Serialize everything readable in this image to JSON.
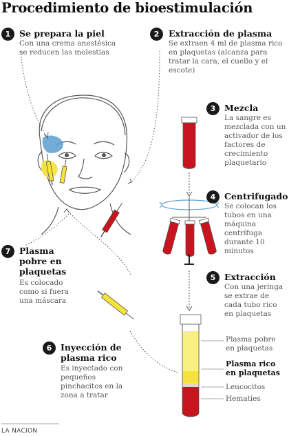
{
  "title": "Procedimiento de bioestimulación",
  "steps": [
    {
      "number": "1",
      "title": "Se prepara la piel",
      "desc": "Con una crema anestésica se reducen las molestias"
    },
    {
      "number": "2",
      "title": "Extracción de plasma",
      "desc": "Se extraen 4 ml de plasma rico en plaquetas (alcanza para tratar la cara, el cuello y el escote)"
    },
    {
      "number": "3",
      "title": "Mezcla",
      "desc": "La sangre es mezclada con un activador de los factores de crecimiento plaquetario"
    },
    {
      "number": "4",
      "title": "Centrifugado",
      "desc": "Se colocan los tubos en una máquina centrífuga durante 10 minutos"
    },
    {
      "number": "5",
      "title": "Extracción",
      "desc": "Con una jeringa se extrae de cada tubo rico en plaquetas"
    },
    {
      "number": "6",
      "title": "Inyección de plasma rico",
      "desc": "Es inyectado con pequeños pinchacitos en la zona a tratar"
    },
    {
      "number": "7",
      "title": "Plasma pobre en plaquetas",
      "desc": "Es colocado como si fuera una máscara"
    }
  ],
  "tube_labels": {
    "poor": "Plasma pobre en plaquetas",
    "rich": "Plasma rico en plaquetas",
    "leucocitos": "Leucocitos",
    "hematies": "Hematíes"
  },
  "credit": "LA NACION",
  "colors": {
    "blood": "#c8141e",
    "plasma_yellow": "#f5e23a",
    "cream_blue": "#5b9fd0",
    "badge": "#1a1a1a"
  }
}
